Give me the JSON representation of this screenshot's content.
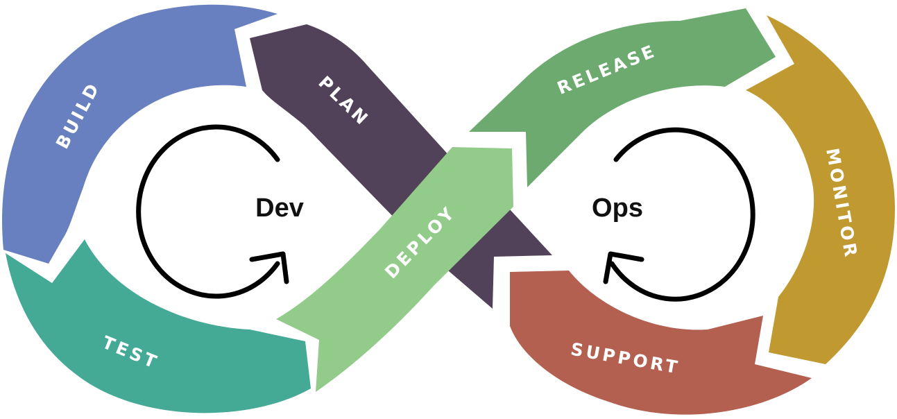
{
  "diagram": {
    "segments": [
      {
        "id": "build",
        "label": "BUILD",
        "color": "#6980c0"
      },
      {
        "id": "plan",
        "label": "PLAN",
        "color": "#514259"
      },
      {
        "id": "test",
        "label": "TEST",
        "color": "#44a995"
      },
      {
        "id": "deploy",
        "label": "DEPLOY",
        "color": "#93cb8b"
      },
      {
        "id": "release",
        "label": "RELEASE",
        "color": "#6daa70"
      },
      {
        "id": "monitor",
        "label": "MONITOR",
        "color": "#c09a31"
      },
      {
        "id": "support",
        "label": "SUPPORT",
        "color": "#b36050"
      }
    ],
    "dev_label": "Dev",
    "ops_label": "Ops"
  }
}
